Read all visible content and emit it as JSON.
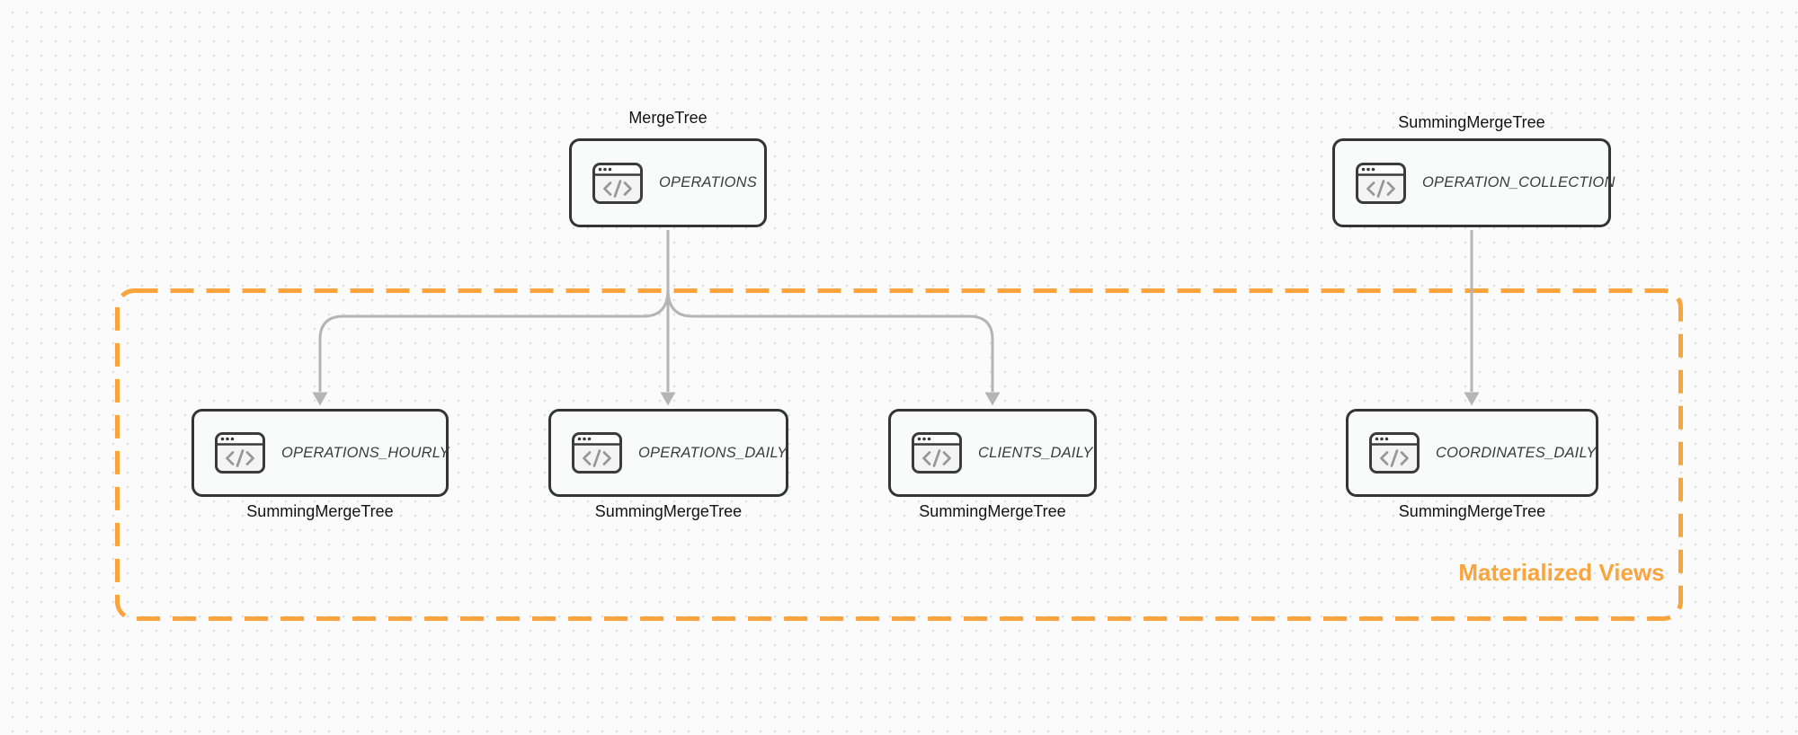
{
  "diagram": {
    "group": {
      "label": "Materialized Views"
    },
    "nodes": {
      "operations": {
        "engine": "MergeTree",
        "title": "OPERATIONS",
        "icon": "code-window-icon"
      },
      "operation_collection": {
        "engine": "SummingMergeTree",
        "title": "OPERATION_COLLECTION",
        "icon": "code-window-icon"
      },
      "operations_hourly": {
        "engine": "SummingMergeTree",
        "title": "OPERATIONS_HOURLY",
        "icon": "code-window-icon"
      },
      "operations_daily": {
        "engine": "SummingMergeTree",
        "title": "OPERATIONS_DAILY",
        "icon": "code-window-icon"
      },
      "clients_daily": {
        "engine": "SummingMergeTree",
        "title": "CLIENTS_DAILY",
        "icon": "code-window-icon"
      },
      "coordinates_daily": {
        "engine": "SummingMergeTree",
        "title": "COORDINATES_DAILY",
        "icon": "code-window-icon"
      }
    },
    "edges": [
      {
        "from": "operations",
        "to": "operations_hourly"
      },
      {
        "from": "operations",
        "to": "operations_daily"
      },
      {
        "from": "operations",
        "to": "clients_daily"
      },
      {
        "from": "operation_collection",
        "to": "coordinates_daily"
      }
    ],
    "colors": {
      "accent": "#F9A43C",
      "connector": "#B5B5B5",
      "node_border": "#343434",
      "node_fill": "#F9FAFA",
      "background": "#FBFBFC"
    }
  }
}
